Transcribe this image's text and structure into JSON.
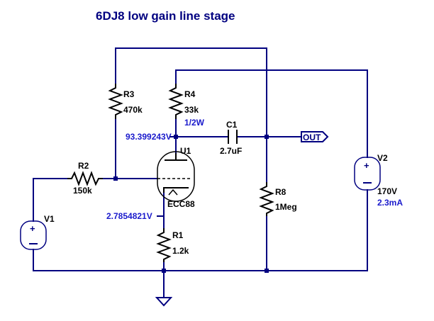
{
  "title": "6DJ8  low gain line stage",
  "components": {
    "R1": {
      "name": "R1",
      "value": "1.2k"
    },
    "R2": {
      "name": "R2",
      "value": "150k"
    },
    "R3": {
      "name": "R3",
      "value": "470k"
    },
    "R4": {
      "name": "R4",
      "value": "33k",
      "note": "1/2W"
    },
    "R8": {
      "name": "R8",
      "value": "1Meg"
    },
    "C1": {
      "name": "C1",
      "value": "2.7uF"
    },
    "U1": {
      "name": "U1",
      "value": "ECC88"
    },
    "V1": {
      "name": "V1"
    },
    "V2": {
      "name": "V2",
      "value": "170V",
      "current": "2.3mA"
    }
  },
  "node_voltages": {
    "plate": "93.399243V",
    "cathode": "2.7854821V"
  },
  "output_label": "OUT",
  "colors": {
    "wire": "#000080",
    "annotation": "#1a1acc",
    "component": "#000000"
  }
}
